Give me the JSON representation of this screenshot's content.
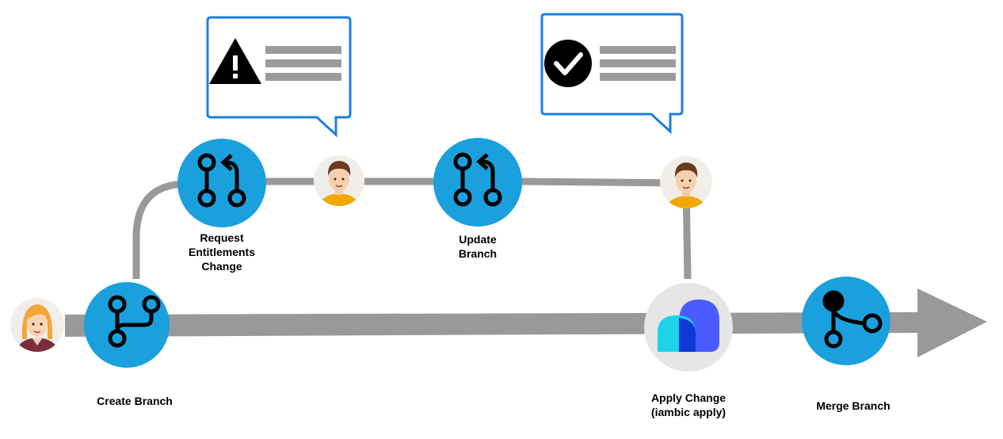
{
  "colors": {
    "node_blue": "#1AA0DD",
    "track_gray": "#999999",
    "bubble_border": "#1B7FE0",
    "text_line_gray": "#9B9B9B",
    "iambic_bg": "#E6E6E6",
    "iambic_cyan": "#1CD3EA",
    "iambic_blue": "#4A5CFF",
    "iambic_dark": "#0A3AD6"
  },
  "nodes": {
    "create_branch": {
      "icon": "git-branch-icon",
      "label_lines": [
        "Create Branch"
      ]
    },
    "request_change": {
      "icon": "git-pull-request-icon",
      "label_lines": [
        "Request",
        "Entitlements",
        "Change"
      ]
    },
    "update_branch": {
      "icon": "git-pull-request-icon",
      "label_lines": [
        "Update",
        "Branch"
      ]
    },
    "apply_change": {
      "icon": "iambic-logo-icon",
      "label_lines": [
        "Apply Change",
        "(iambic apply)"
      ]
    },
    "merge_branch": {
      "icon": "git-merge-icon",
      "label_lines": [
        "Merge Branch"
      ]
    }
  },
  "people": {
    "developer": {
      "icon": "avatar-woman-icon"
    },
    "reviewer_1": {
      "icon": "avatar-man-icon"
    },
    "reviewer_2": {
      "icon": "avatar-man-icon"
    }
  },
  "bubbles": {
    "warning": {
      "icon": "warning-icon"
    },
    "approved": {
      "icon": "check-circle-icon"
    }
  }
}
